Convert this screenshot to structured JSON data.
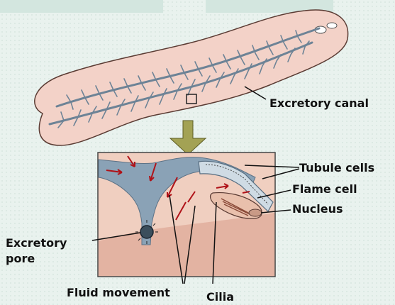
{
  "labels": {
    "excretory_canal": "Excretory canal",
    "tubule_cells": "Tubule cells",
    "flame_cell": "Flame cell",
    "nucleus": "Nucleus",
    "excretory_pore": "Excretory\npore",
    "fluid_movement": "Fluid movement",
    "cilia": "Cilia"
  },
  "colors": {
    "body_fill": "#f3d2c8",
    "canal": "#8aa2b6",
    "arrow_fill": "#a3a254",
    "fluid_arrows": "#b01218"
  }
}
